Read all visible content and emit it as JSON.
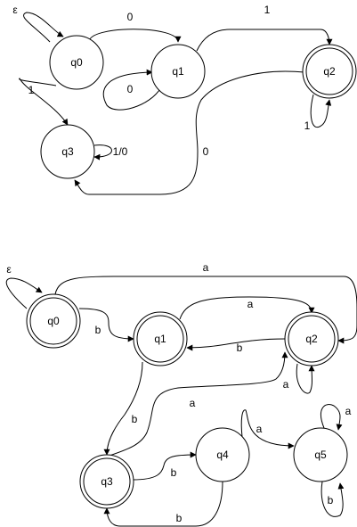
{
  "diagram_top": {
    "states": {
      "q0": "q0",
      "q1": "q1",
      "q2": "q2",
      "q3": "q3"
    },
    "labels": {
      "start": "ε",
      "q0_q1": "0",
      "q1_q2": "1",
      "q1_loop": "0",
      "q0_q3": "1",
      "q3_loop": "1/0",
      "q2_loop": "1",
      "q2_q3": "0"
    }
  },
  "diagram_bottom": {
    "states": {
      "q0": "q0",
      "q1": "q1",
      "q2": "q2",
      "q3": "q3",
      "q4": "q4",
      "q5": "q5"
    },
    "labels": {
      "start": "ε",
      "q0_q2": "a",
      "q0_q1": "b",
      "q1_q2": "a",
      "q2_q1": "b",
      "q2_loop": "a",
      "q1_q3": "b",
      "q3_q2": "a",
      "q3_q4": "b",
      "q4_q3": "b",
      "q4_q5": "a",
      "q5_loop_top": "a",
      "q5_loop_bottom": "b"
    }
  }
}
